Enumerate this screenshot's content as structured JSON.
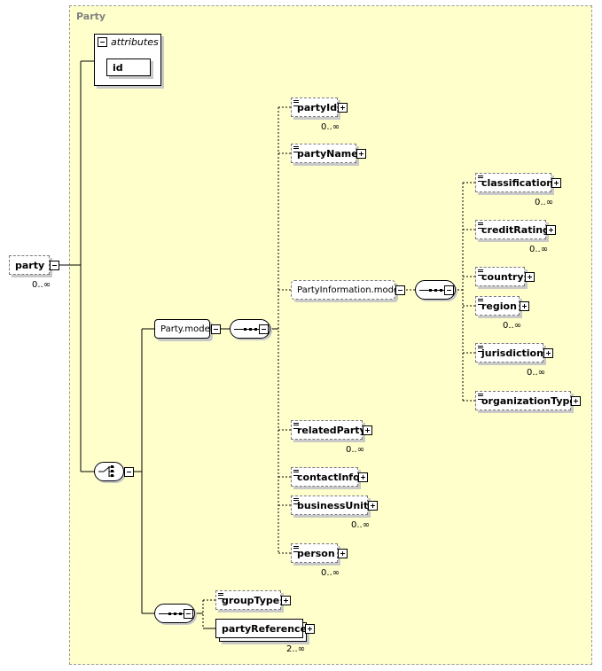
{
  "group": {
    "title": "Party"
  },
  "root": {
    "name": "party",
    "cardinality": "0..∞"
  },
  "attributes": {
    "label": "attributes",
    "items": [
      "id"
    ]
  },
  "models": {
    "party_model": "Party.model",
    "party_information_model": "PartyInformation.model"
  },
  "elements": {
    "partyId": {
      "label": "partyId",
      "cardinality": "0..∞"
    },
    "partyName": {
      "label": "partyName"
    },
    "relatedParty": {
      "label": "relatedParty",
      "cardinality": "0..∞"
    },
    "contactInfo": {
      "label": "contactInfo"
    },
    "businessUnit": {
      "label": "businessUnit",
      "cardinality": "0..∞"
    },
    "person": {
      "label": "person",
      "cardinality": "0..∞"
    },
    "classification": {
      "label": "classification",
      "cardinality": "0..∞"
    },
    "creditRating": {
      "label": "creditRating",
      "cardinality": "0..∞"
    },
    "country": {
      "label": "country"
    },
    "region": {
      "label": "region",
      "cardinality": "0..∞"
    },
    "jurisdiction": {
      "label": "jurisdiction",
      "cardinality": "0..∞"
    },
    "organizationType": {
      "label": "organizationType"
    },
    "groupType": {
      "label": "groupType"
    },
    "partyReference": {
      "label": "partyReference",
      "cardinality": "2..∞"
    }
  },
  "colors": {
    "group_fill": "#ffffcc",
    "group_border": "#999999",
    "line": "#000000",
    "shadow": "#c9c9c9"
  },
  "icons": {
    "expand": "plus-box-icon",
    "collapse": "minus-box-icon",
    "sequence": "sequence-compositor-icon",
    "choice": "choice-compositor-icon",
    "documentation": "documentation-icon"
  }
}
